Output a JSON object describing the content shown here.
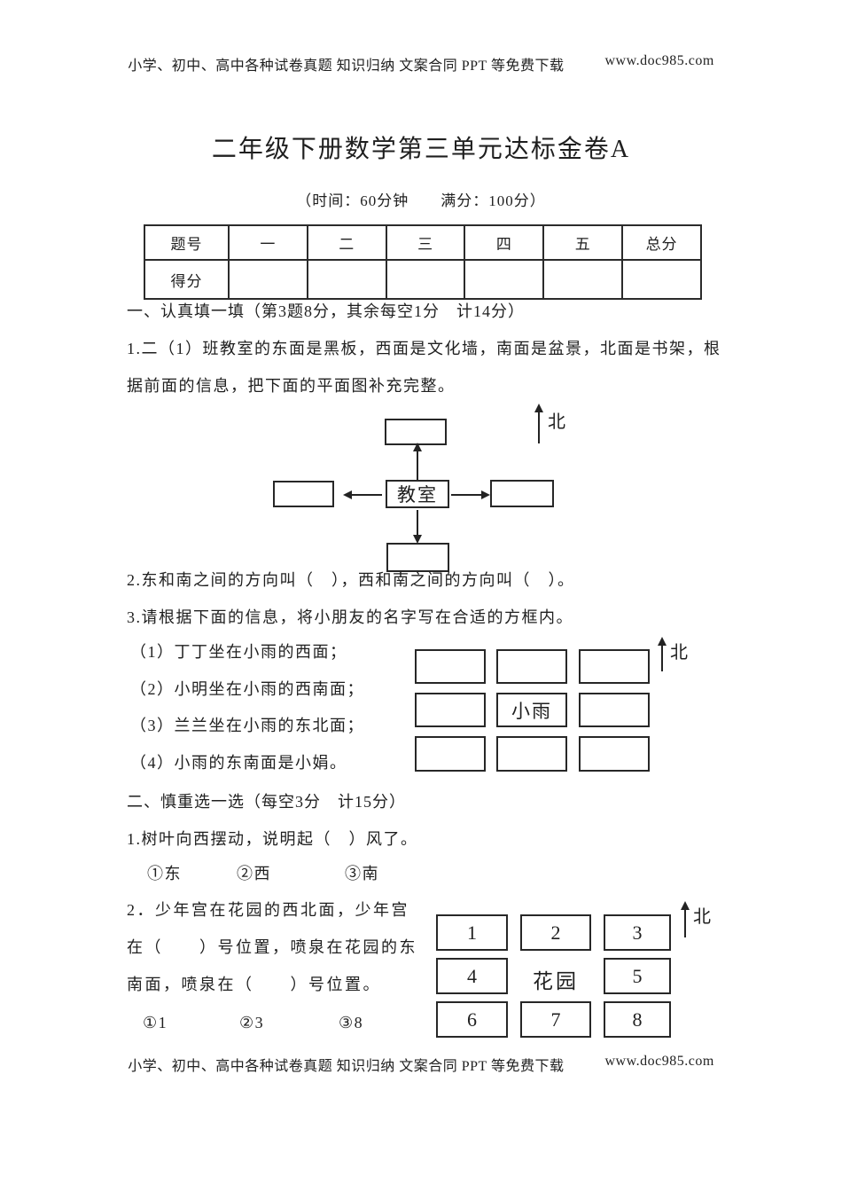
{
  "header": {
    "promo": "小学、初中、高中各种试卷真题 知识归纳 文案合同 PPT 等免费下载",
    "url": "www.doc985.com"
  },
  "footer": {
    "promo": "小学、初中、高中各种试卷真题 知识归纳 文案合同 PPT 等免费下载",
    "url": "www.doc985.com"
  },
  "title": "二年级下册数学第三单元达标金卷A",
  "exam_info": "（时间：60分钟　　满分：100分）",
  "score_table": {
    "headers": [
      "题号",
      "一",
      "二",
      "三",
      "四",
      "五",
      "总分"
    ],
    "row_label": "得分",
    "cells": [
      "",
      "",
      "",
      "",
      "",
      ""
    ]
  },
  "section_one": {
    "heading": "一、认真填一填（第3题8分，其余每空1分　计14分）",
    "q1_line1": "1.二（1）班教室的东面是黑板，西面是文化墙，南面是盆景，北面是书架，根",
    "q1_line2": "据前面的信息，把下面的平面图补充完整。",
    "q2": "2.东和南之间的方向叫（　），西和南之间的方向叫（　）。",
    "q3": "3.请根据下面的信息，将小朋友的名字写在合适的方框内。",
    "q3_clues": [
      "（1）丁丁坐在小雨的西面；",
      "（2）小明坐在小雨的西南面；",
      "（3）兰兰坐在小雨的东北面；",
      "（4）小雨的东南面是小娟。"
    ]
  },
  "classroom_diagram": {
    "center": "教室",
    "north": "北"
  },
  "seat_grid": {
    "center": "小雨",
    "north": "北"
  },
  "section_two": {
    "heading": "二、慎重选一选（每空3分　计15分）",
    "q1": "1.树叶向西摆动，说明起（　）风了。",
    "q1_options": [
      "①东",
      "②西",
      "③南"
    ],
    "q2_line1": "2．少年宫在花园的西北面，少年宫",
    "q2_line2": "在（　　）号位置，喷泉在花园的东",
    "q2_line3": "南面，喷泉在（　　）号位置。",
    "q2_options": [
      "①1",
      "②3",
      "③8"
    ]
  },
  "garden_grid": {
    "numbers": [
      "1",
      "2",
      "3",
      "4",
      "5",
      "6",
      "7",
      "8"
    ],
    "center": "花园",
    "north": "北"
  }
}
